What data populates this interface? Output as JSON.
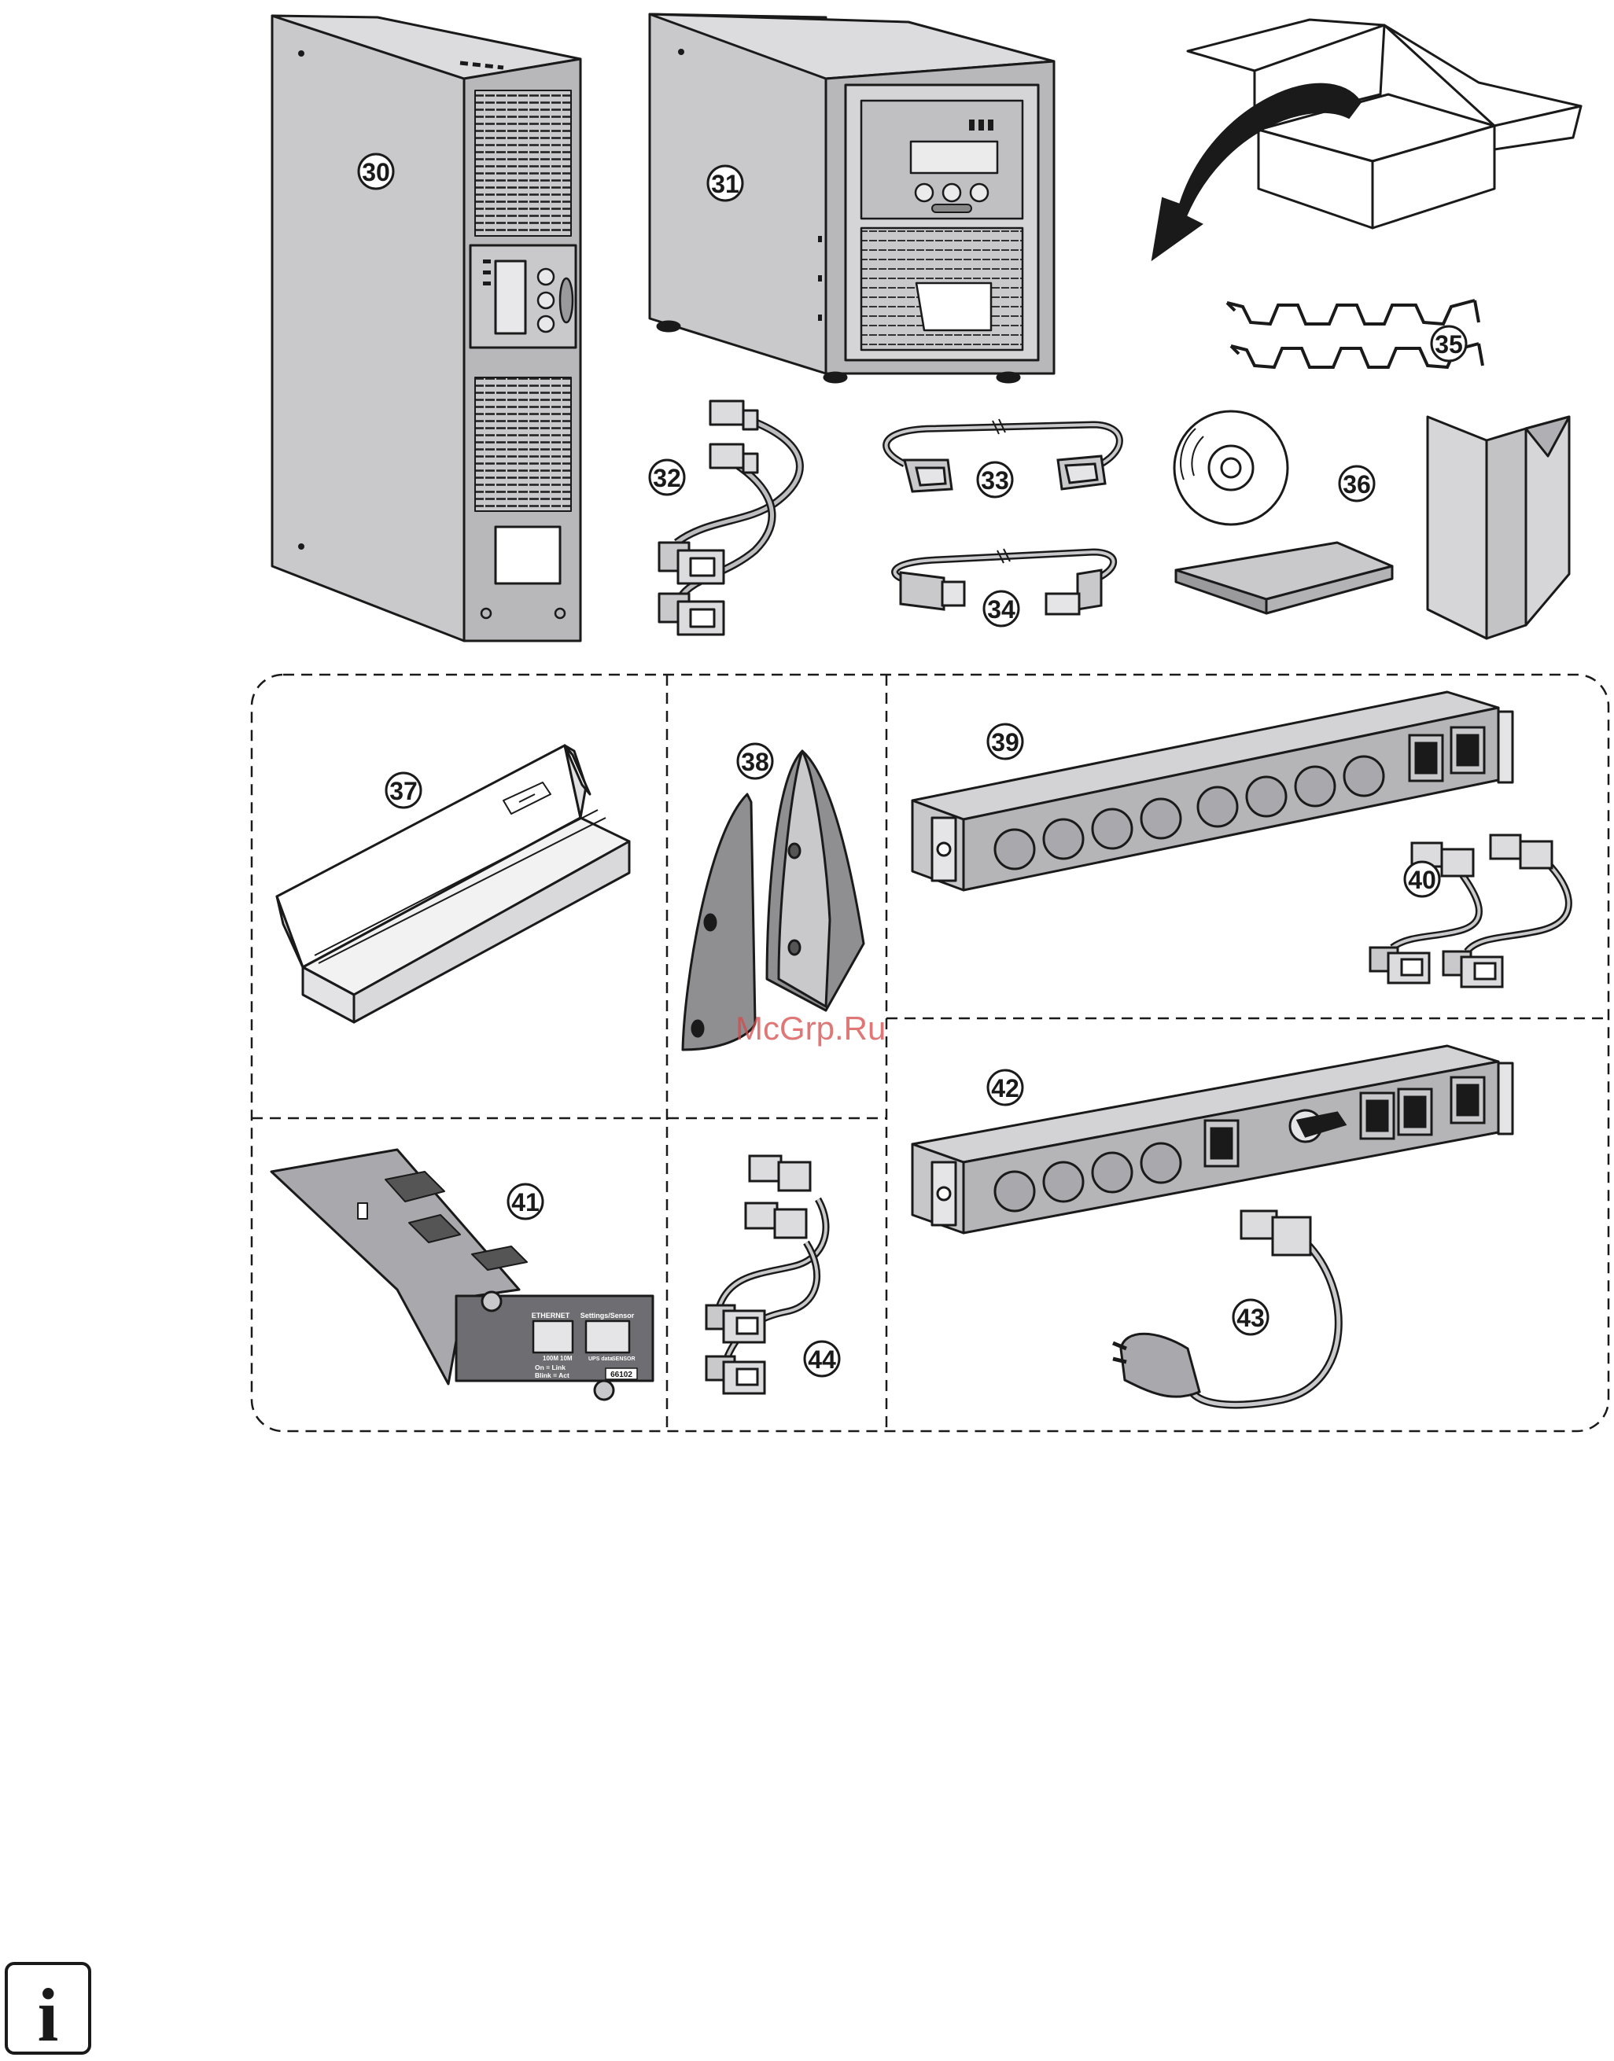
{
  "items": {
    "n30": "30",
    "n31": "31",
    "n32": "32",
    "n33": "33",
    "n34": "34",
    "n35": "35",
    "n36": "36",
    "n37": "37",
    "n38": "38",
    "n39": "39",
    "n40": "40",
    "n41": "41",
    "n42": "42",
    "n43": "43",
    "n44": "44"
  },
  "card": {
    "ethernet": "ETHERNET",
    "settings": "Settings/Sensor",
    "speed_100": "100M",
    "speed_10": "10M",
    "on_link": "On = Link",
    "blink_act": "Blink = Act",
    "model": "66102",
    "ups_data": "UPS data",
    "sensor": "SENSOR"
  },
  "watermark": "McGrp.Ru",
  "info_icon_glyph": "i",
  "colors": {
    "ink": "#1a1a1a",
    "device_gray": "#c9c9cb",
    "dark_gray": "#8f8f92",
    "shadow_gray": "#a9a9ad",
    "light_box": "#ededee"
  }
}
